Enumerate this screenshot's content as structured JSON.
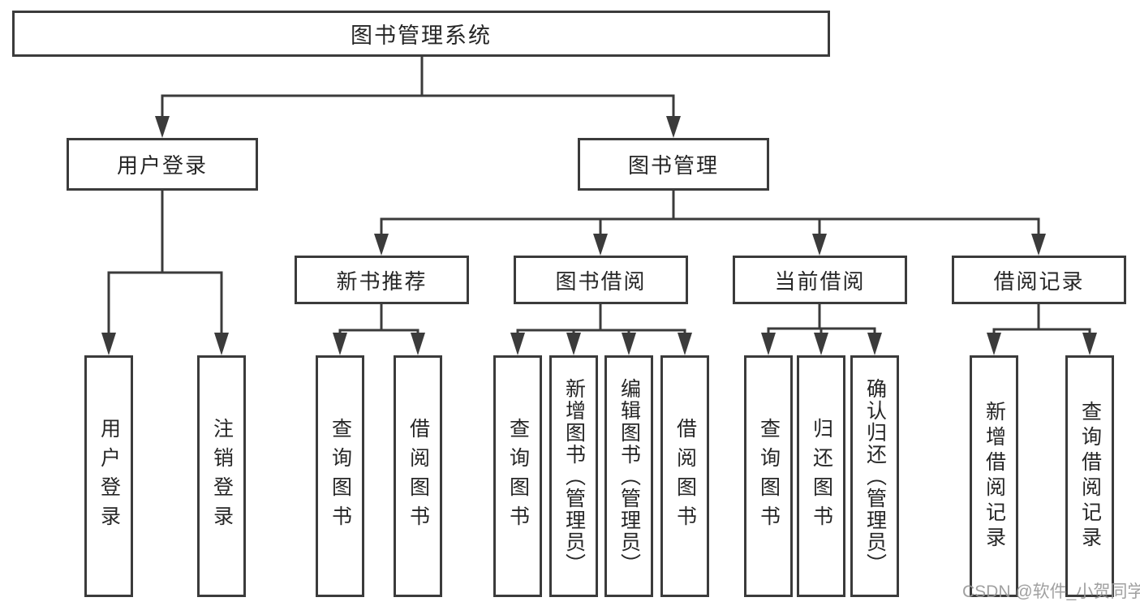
{
  "tree": {
    "root": {
      "label": "图书管理系统",
      "children": [
        {
          "label": "用户登录",
          "children": [
            {
              "label": "用户登录"
            },
            {
              "label": "注销登录"
            }
          ]
        },
        {
          "label": "图书管理",
          "children": [
            {
              "label": "新书推荐",
              "children": [
                {
                  "label": "查询图书"
                },
                {
                  "label": "借阅图书"
                }
              ]
            },
            {
              "label": "图书借阅",
              "children": [
                {
                  "label": "查询图书"
                },
                {
                  "label": "新增图书（管理员）"
                },
                {
                  "label": "编辑图书（管理员）"
                },
                {
                  "label": "借阅图书"
                }
              ]
            },
            {
              "label": "当前借阅",
              "children": [
                {
                  "label": "查询图书"
                },
                {
                  "label": "归还图书"
                },
                {
                  "label": "确认归还（管理员）"
                }
              ]
            },
            {
              "label": "借阅记录",
              "children": [
                {
                  "label": "新增借阅记录"
                },
                {
                  "label": "查询借阅记录"
                }
              ]
            }
          ]
        }
      ]
    }
  },
  "watermark": {
    "text": "CSDN @软件_小贺同学"
  },
  "colors": {
    "line": "#3b3b3b",
    "box_border": "#3b3b3b",
    "box_fill": "#ffffff",
    "text": "#262626",
    "watermark": "#989898",
    "background": "#ffffff"
  }
}
